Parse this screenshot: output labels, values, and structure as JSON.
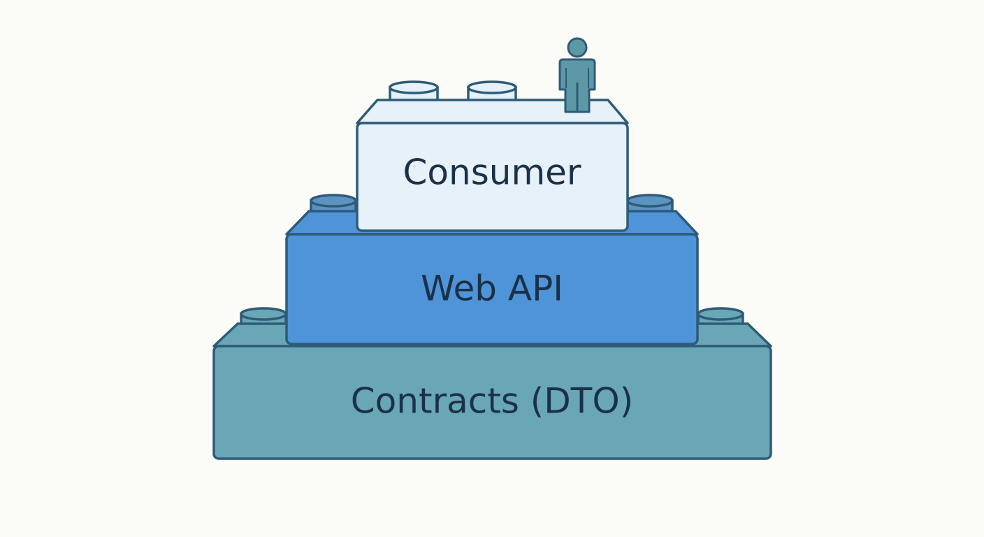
{
  "diagram": {
    "layers": [
      {
        "label": "Consumer",
        "fill": "#e6f1fa",
        "stud_fill": "#e6f1fa"
      },
      {
        "label": "Web API",
        "fill": "#4f94d9",
        "stud_fill": "#5b93c3"
      },
      {
        "label": "Contracts (DTO)",
        "fill": "#6aa7b6",
        "stud_fill": "#6aa7b6"
      }
    ],
    "colors": {
      "background": "#fbfbf8",
      "outline": "#2e5b78",
      "text": "#1b3148",
      "person": "#5c98a5"
    },
    "icons": [
      "person-icon"
    ]
  }
}
